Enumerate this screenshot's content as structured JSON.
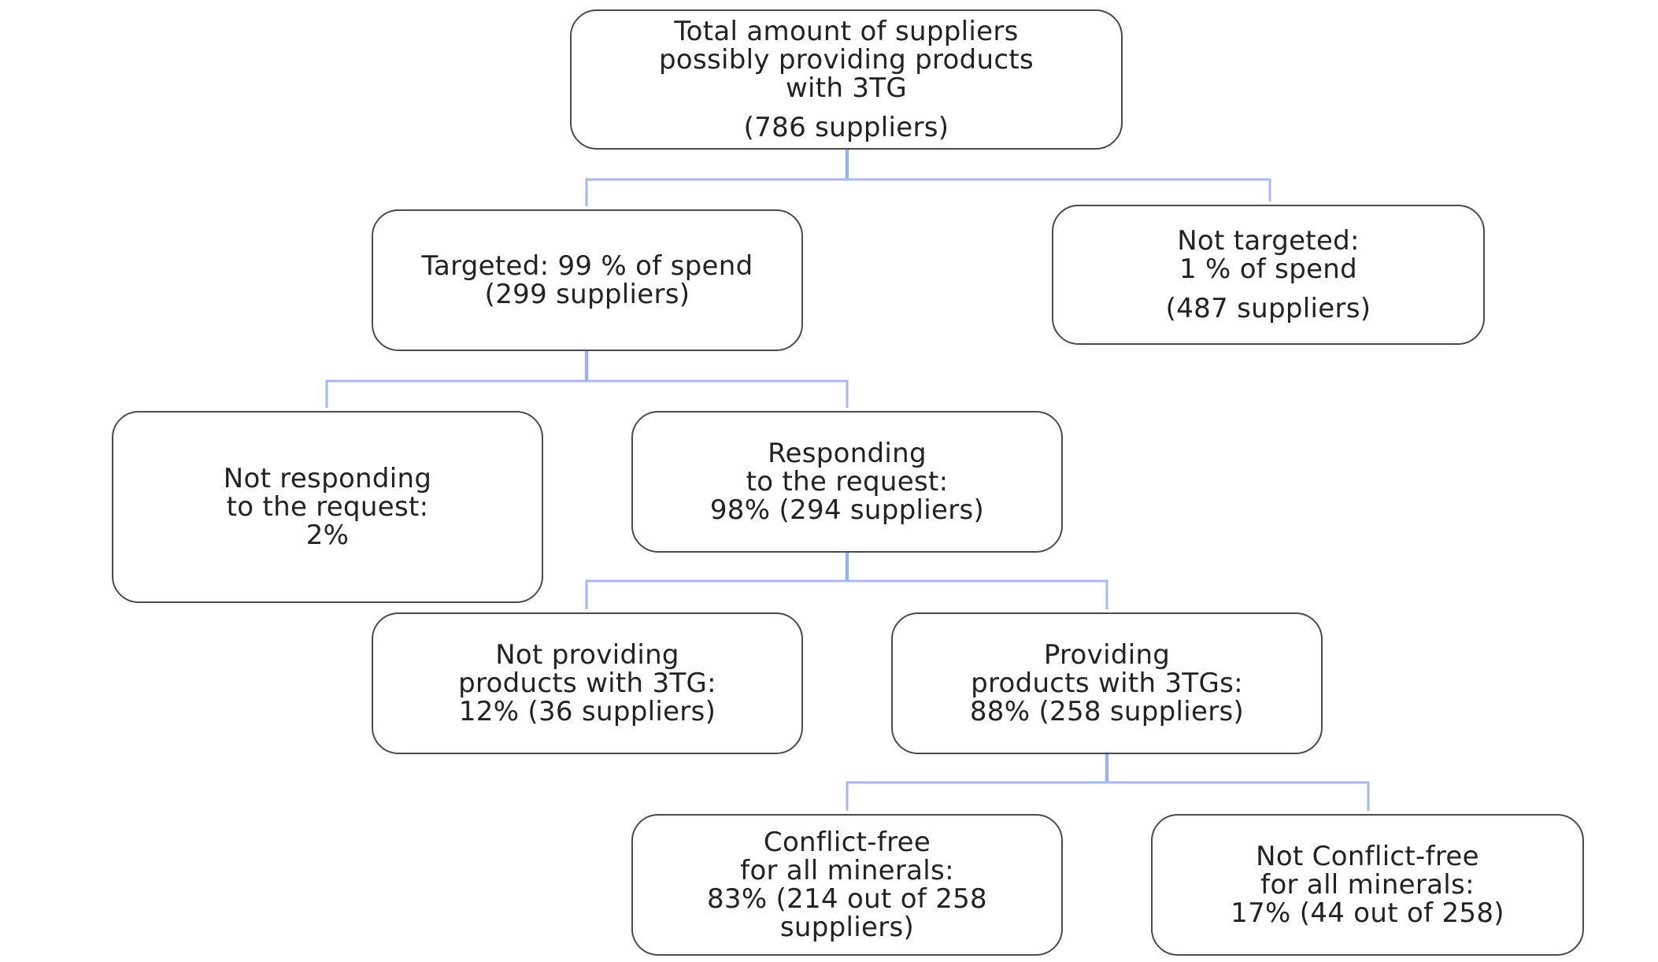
{
  "diagram": {
    "root": {
      "lines": [
        "Total  amount of suppliers",
        "possibly providing products",
        "with 3TG"
      ],
      "count": "(786 suppliers)"
    },
    "targeted": {
      "lines": [
        "Targeted: 99 % of spend",
        "(299 suppliers)"
      ]
    },
    "not_targeted": {
      "lines": [
        "Not targeted:",
        "1 % of spend"
      ],
      "count": "(487 suppliers)"
    },
    "not_responding": {
      "lines": [
        "Not responding",
        "to the request:",
        "2%"
      ]
    },
    "responding": {
      "lines": [
        "Responding",
        "to the request:",
        "98% (294 suppliers)"
      ]
    },
    "not_providing": {
      "lines": [
        "Not providing",
        "products with 3TG:",
        "12% (36 suppliers)"
      ]
    },
    "providing": {
      "lines": [
        "Providing",
        "products with 3TGs:",
        "88% (258 suppliers)"
      ]
    },
    "conflict_free": {
      "lines": [
        "Conflict-free",
        "for all minerals:",
        "83% (214 out of 258",
        "suppliers)"
      ]
    },
    "not_conflict_free": {
      "lines": [
        "Not Conflict-free",
        "for all minerals:",
        "17% (44 out of 258)"
      ]
    }
  }
}
